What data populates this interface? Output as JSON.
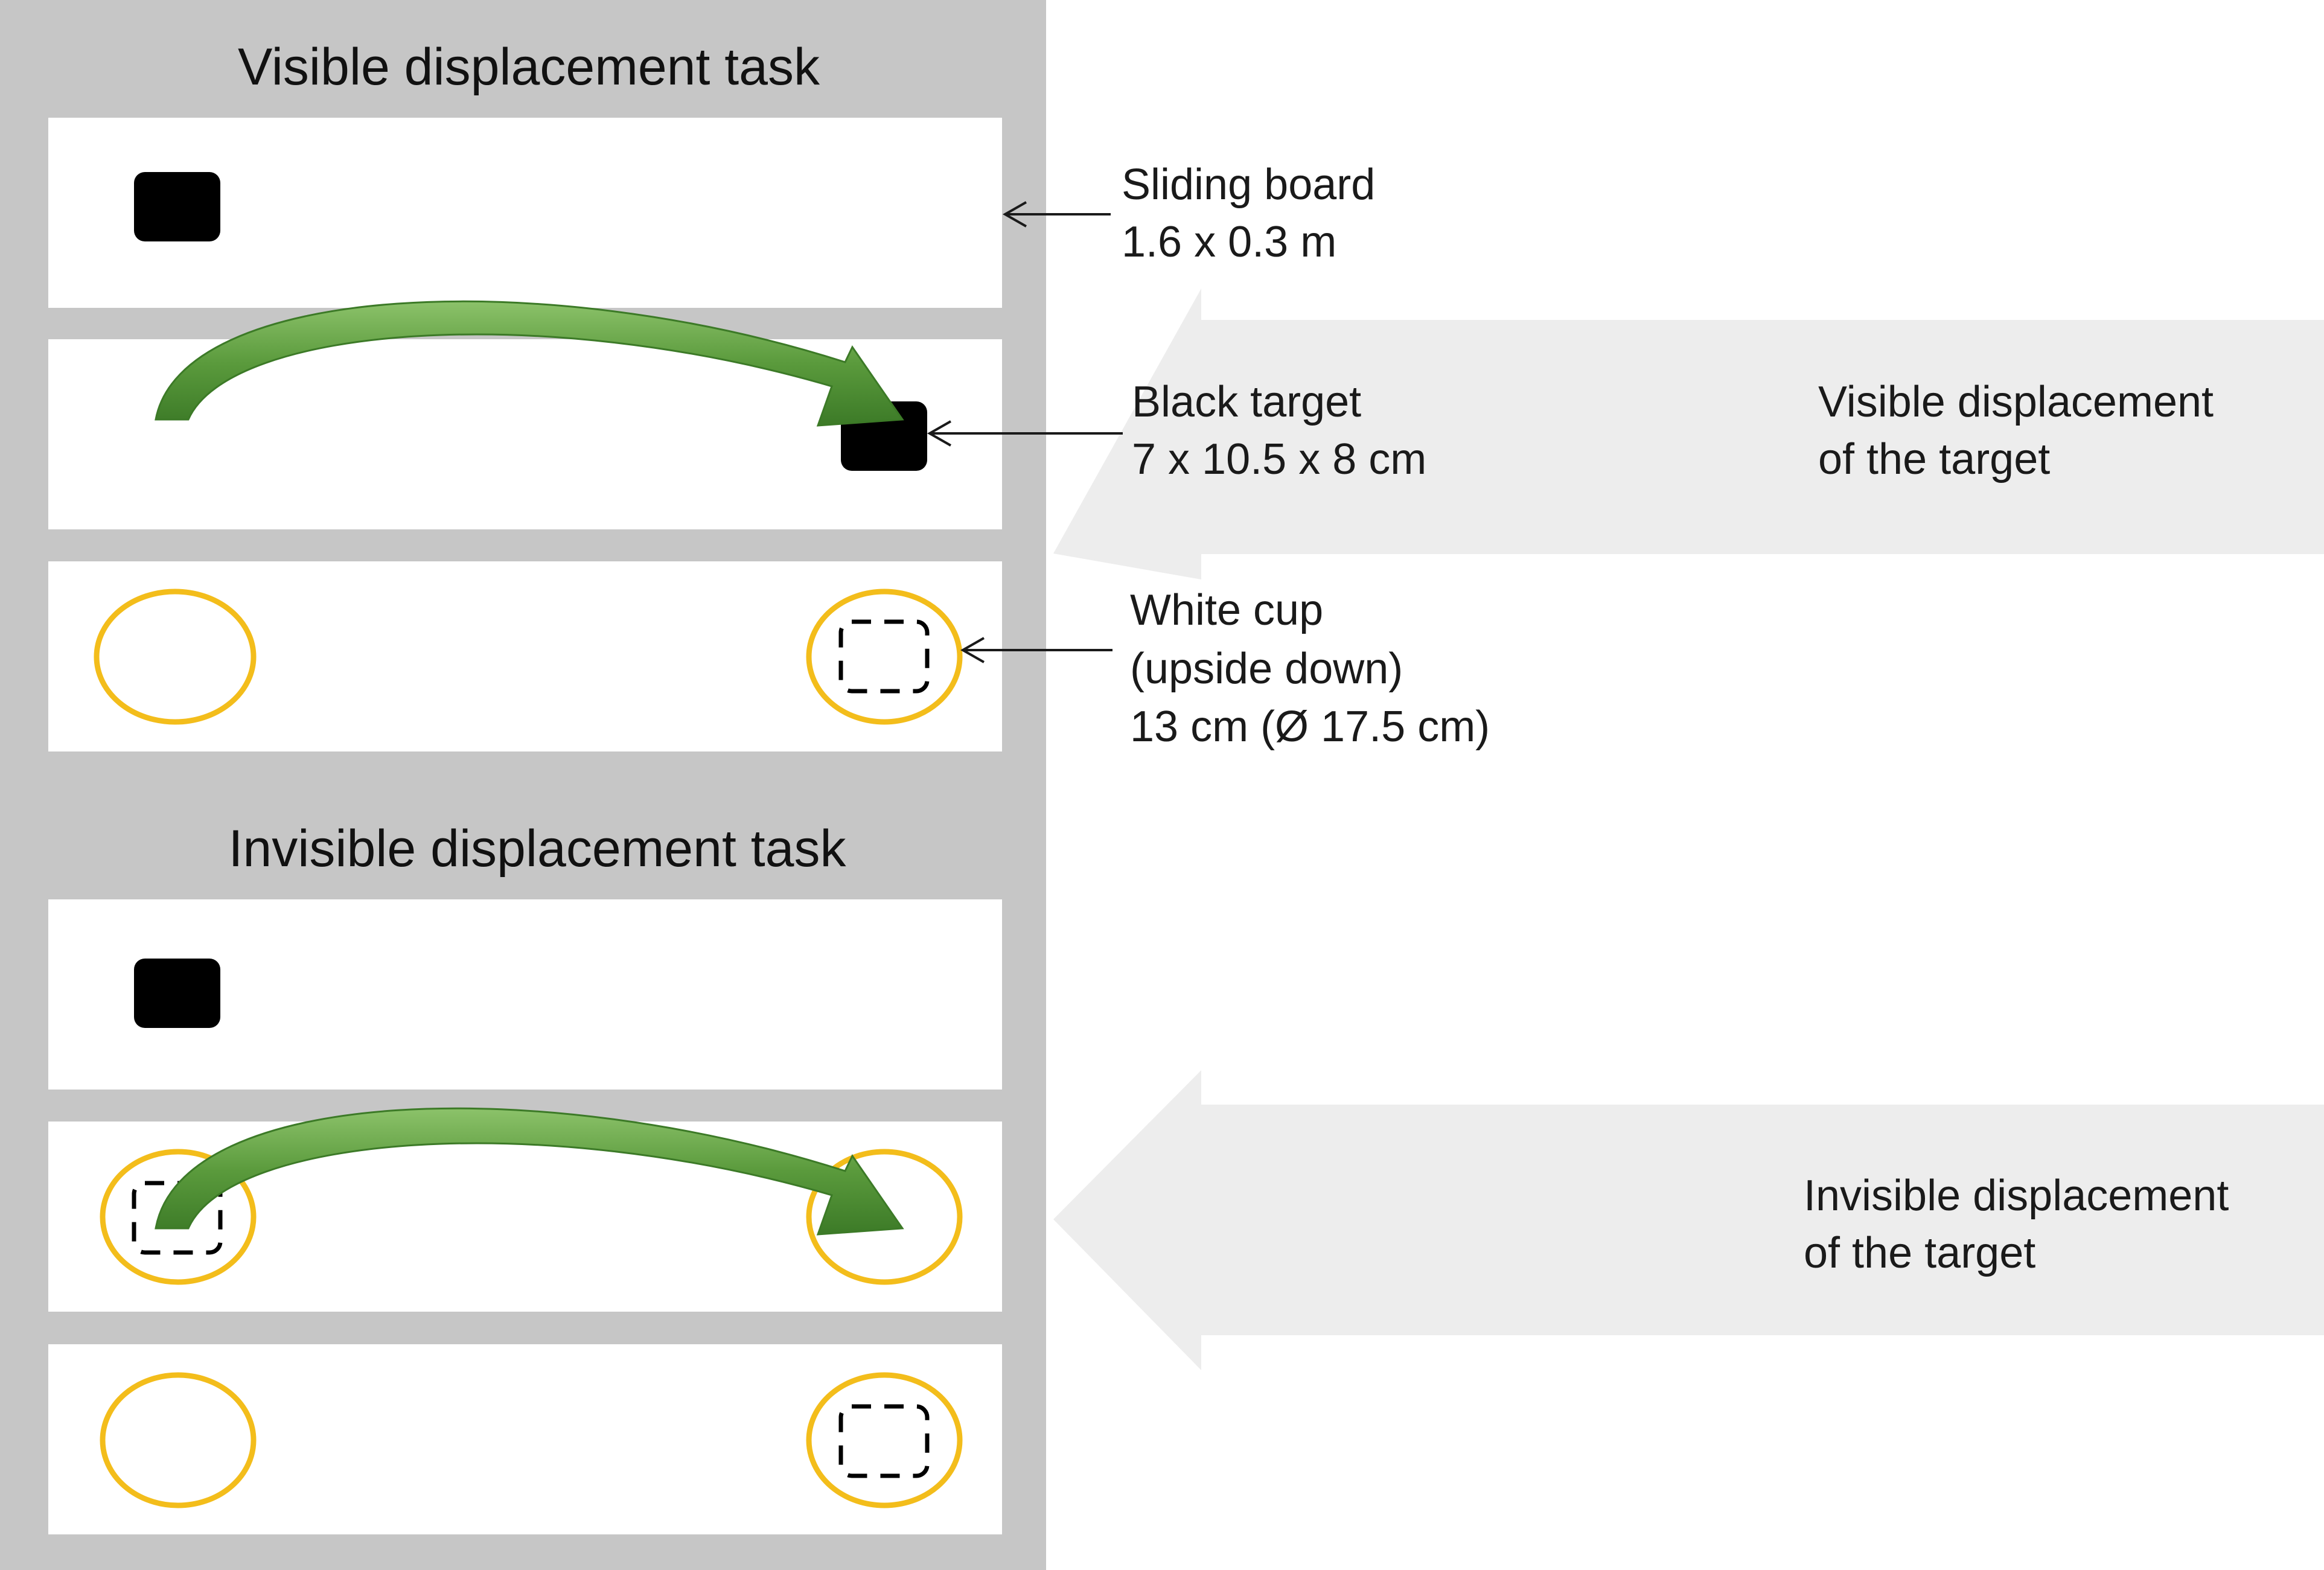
{
  "panel": {
    "visible_title": "Visible displacement task",
    "invisible_title": "Invisible displacement task"
  },
  "annotations": {
    "sliding_board": {
      "line1": "Sliding board",
      "line2": "1.6 x 0.3 m"
    },
    "black_target": {
      "line1": "Black target",
      "line2": "7 x 10.5 x 8 cm"
    },
    "white_cup": {
      "line1": "White cup",
      "line2": "(upside down)",
      "line3": "13 cm (Ø 17.5 cm)"
    }
  },
  "stage_arrows": {
    "visible": {
      "line1": "Visible displacement",
      "line2": "of the target"
    },
    "invisible": {
      "line1": "Invisible displacement",
      "line2": "of the target"
    }
  },
  "colors": {
    "panel_bg": "#c6c6c6",
    "board": "#ffffff",
    "target": "#000000",
    "cup_outline": "#f3bd1b",
    "motion_arrow": "#5a9a3c",
    "stage_arrow": "#ededed"
  }
}
